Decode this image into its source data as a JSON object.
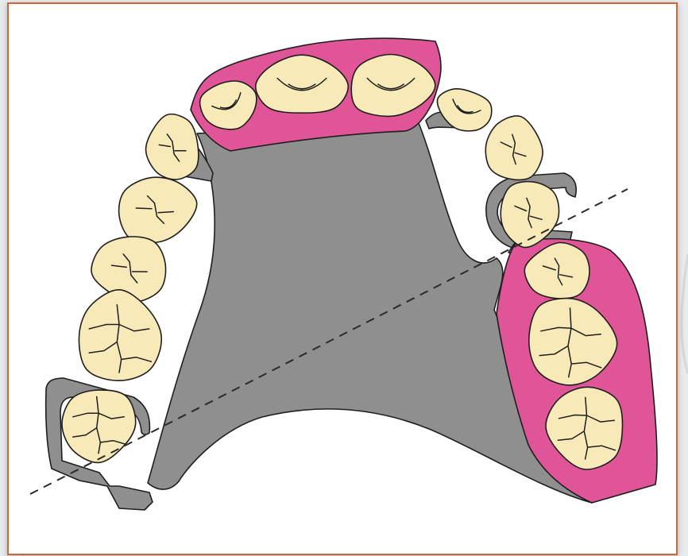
{
  "colors": {
    "slide_background": "#e9ebee",
    "frame_fill": "#ffffff",
    "frame_border": "#c8673a",
    "metal_framework": "#8f8f8f",
    "acrylic_base": "#e05597",
    "tooth_enamel": "#f8eab8",
    "outline": "#1e1e1e",
    "survey_line": "#2a2a2a"
  },
  "figure": {
    "subject": "maxillary-removable-partial-denture",
    "components": [
      "metal-framework",
      "anterior-acrylic-saddle",
      "posterior-acrylic-saddle",
      "natural-teeth",
      "prosthetic-teeth",
      "clasps",
      "fulcrum-line"
    ]
  }
}
